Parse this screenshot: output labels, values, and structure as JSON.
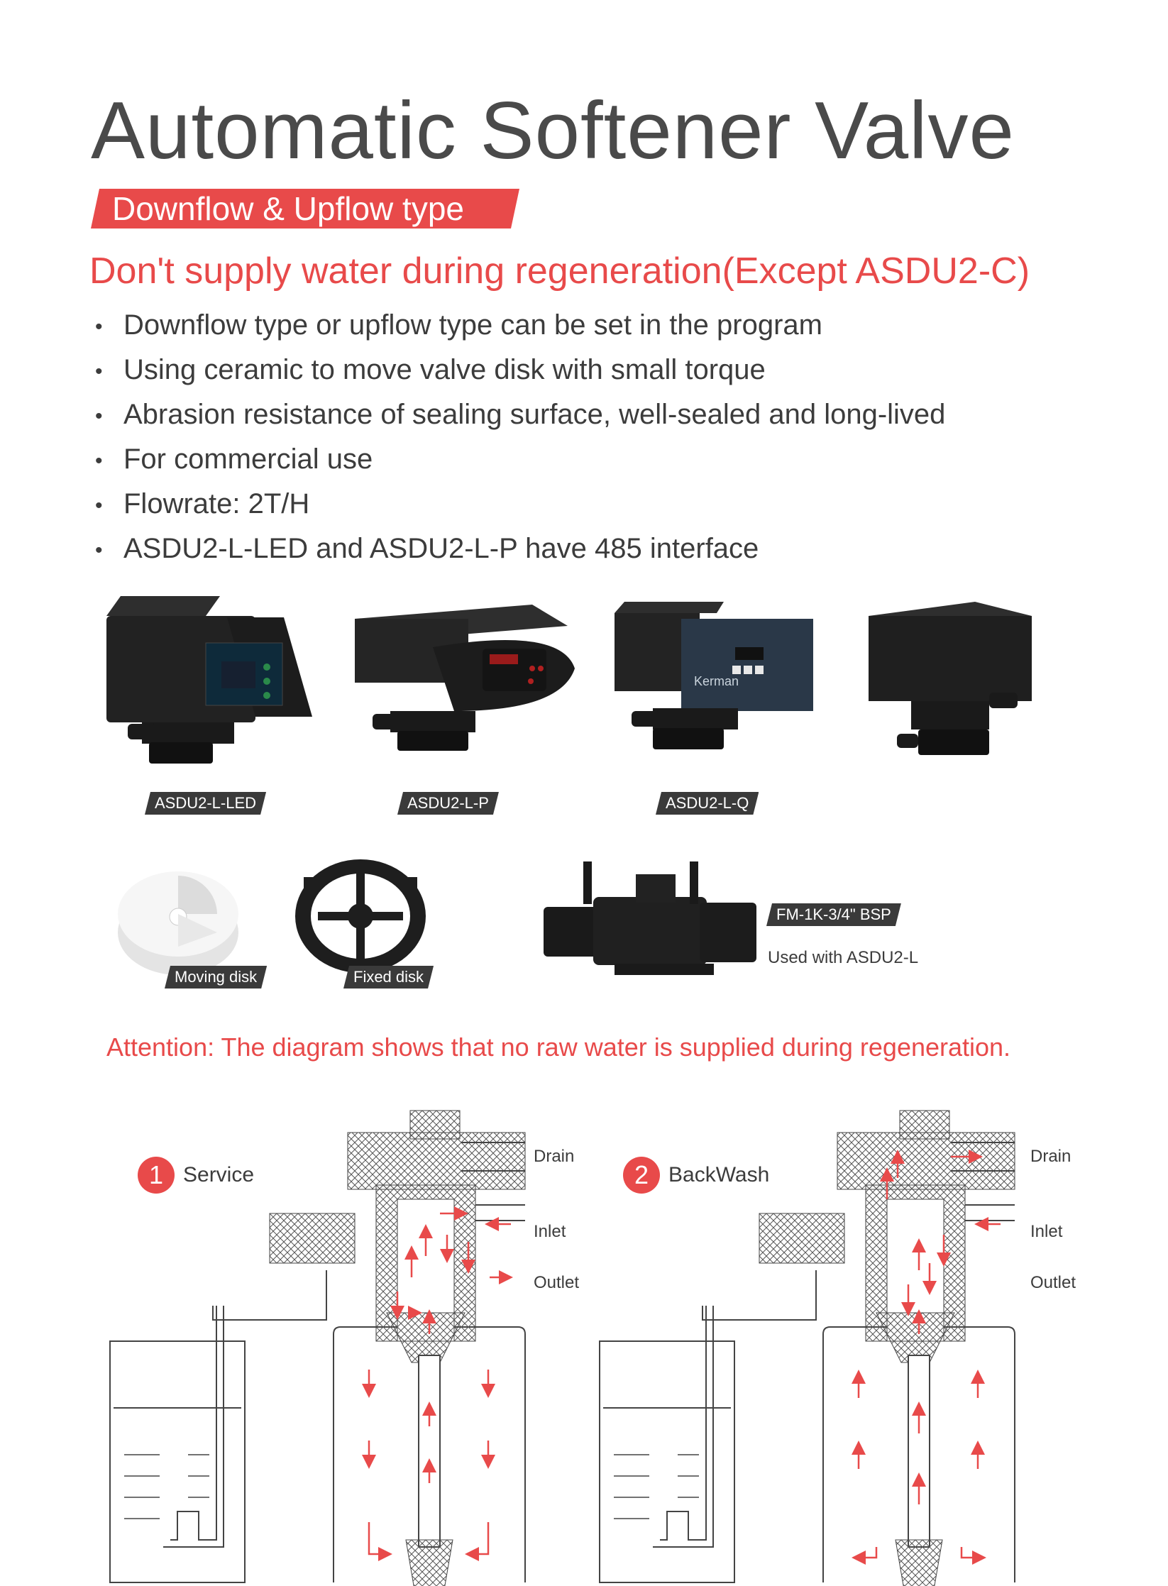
{
  "header": {
    "title": "Automatic Softener Valve",
    "tag": "Downflow & Upflow type",
    "subtitle": "Don't supply water during regeneration(Except ASDU2-C)"
  },
  "features": [
    "Downflow type or upflow type can be set in the program",
    "Using ceramic to move valve disk with small torque",
    "Abrasion resistance of sealing surface, well-sealed and long-lived",
    "For commercial use",
    "Flowrate: 2T/H",
    "ASDU2-L-LED and ASDU2-L-P have 485 interface"
  ],
  "products": {
    "led_label": "ASDU2-L-LED",
    "p_label": "ASDU2-L-P",
    "q_label": "ASDU2-L-Q",
    "brand_text": "Kerman"
  },
  "parts": {
    "moving_disk": "Moving disk",
    "fixed_disk": "Fixed disk",
    "flowmeter_label": "FM-1K-3/4\" BSP",
    "flowmeter_note": "Used with ASDU2-L"
  },
  "attention": "Attention: The diagram shows that no raw water is supplied during regeneration.",
  "diagrams": {
    "service": {
      "num": "1",
      "title": "Service"
    },
    "backwash": {
      "num": "2",
      "title": "BackWash"
    },
    "drain": "Drain",
    "inlet": "Inlet",
    "outlet": "Outlet"
  },
  "colors": {
    "accent": "#e84a4a",
    "dark": "#3a3a3a",
    "text": "#3c3c3c"
  }
}
